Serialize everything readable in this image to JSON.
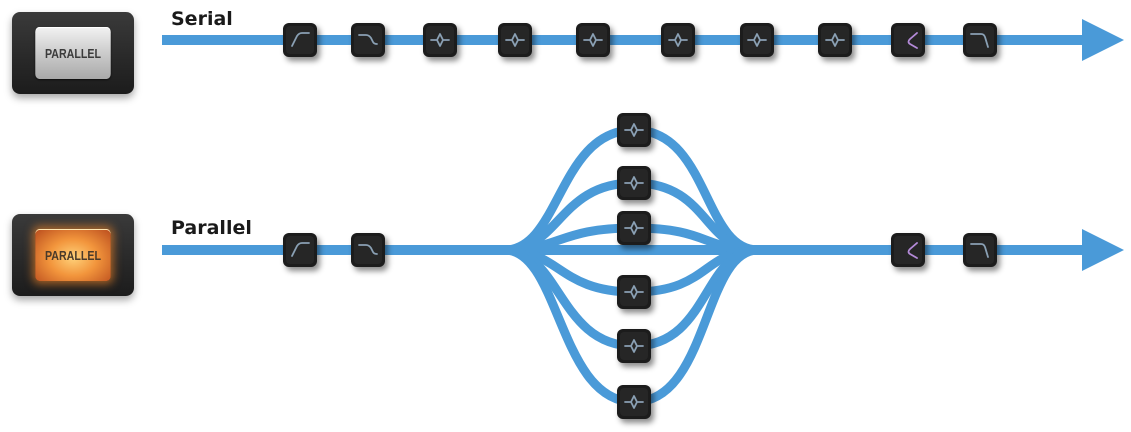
{
  "serial": {
    "button_label": "PARALLEL",
    "mode_label": "Serial",
    "modules": [
      "highpass-icon",
      "lowshelf-icon",
      "bell-icon",
      "bell-icon",
      "bell-icon",
      "bell-icon",
      "bell-icon",
      "bell-icon",
      "highshelf-icon",
      "lowpass-icon"
    ]
  },
  "parallel": {
    "button_label": "PARALLEL",
    "mode_label": "Parallel",
    "pre_modules": [
      "highpass-icon",
      "lowshelf-icon"
    ],
    "branch_modules": [
      "bell-icon",
      "bell-icon",
      "bell-icon",
      "bell-icon",
      "bell-icon",
      "bell-icon"
    ],
    "post_modules": [
      "highshelf-icon",
      "lowpass-icon"
    ]
  },
  "colors": {
    "signal_line": "#4a9ad8",
    "module_bg": "#1a1a1a",
    "icon_stroke": "#8aa0b4",
    "button_lit": "#f2953c"
  }
}
